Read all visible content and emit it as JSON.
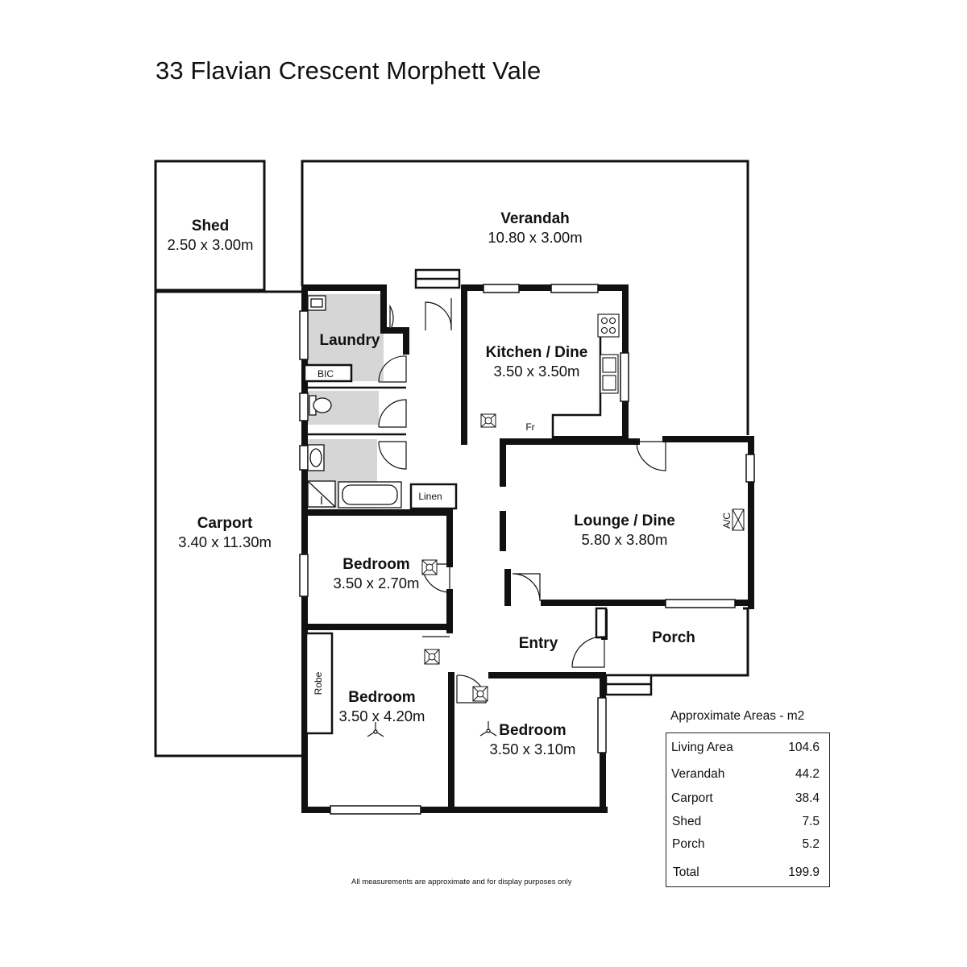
{
  "title": "33 Flavian Crescent Morphett Vale",
  "rooms": {
    "shed": {
      "name": "Shed",
      "dims": "2.50 x 3.00m"
    },
    "verandah": {
      "name": "Verandah",
      "dims": "10.80 x 3.00m"
    },
    "laundry": {
      "name": "Laundry"
    },
    "bic": {
      "name": "BIC"
    },
    "kitchen": {
      "name": "Kitchen / Dine",
      "dims": "3.50 x 3.50m"
    },
    "fridge": {
      "name": "Fr"
    },
    "carport": {
      "name": "Carport",
      "dims": "3.40 x 11.30m"
    },
    "linen": {
      "name": "Linen"
    },
    "lounge": {
      "name": "Lounge / Dine",
      "dims": "5.80 x 3.80m"
    },
    "ac": {
      "name": "A/C"
    },
    "bedroom1": {
      "name": "Bedroom",
      "dims": "3.50 x 2.70m"
    },
    "entry": {
      "name": "Entry"
    },
    "porch": {
      "name": "Porch"
    },
    "robe": {
      "name": "Robe"
    },
    "bedroom2": {
      "name": "Bedroom",
      "dims": "3.50 x 4.20m"
    },
    "bedroom3": {
      "name": "Bedroom",
      "dims": "3.50 x 3.10m"
    }
  },
  "areas": {
    "heading": "Approximate Areas - m2",
    "rows": [
      {
        "label": "Living Area",
        "value": "104.6"
      },
      {
        "label": "Verandah",
        "value": "44.2"
      },
      {
        "label": "Carport",
        "value": "38.4"
      },
      {
        "label": "Shed",
        "value": "7.5"
      },
      {
        "label": "Porch",
        "value": "5.2"
      },
      {
        "label": "Total",
        "value": "199.9"
      }
    ]
  },
  "disclaimer": "All measurements are approximate and for display purposes only",
  "colors": {
    "wall": "#111111",
    "wet_area": "#d6d6d6",
    "background": "#ffffff"
  },
  "icons": [
    "ceiling-fan-icon",
    "downlight-icon",
    "toilet-icon",
    "basin-icon",
    "bath-icon",
    "shower-icon",
    "sink-icon",
    "cooktop-icon",
    "trough-icon"
  ]
}
